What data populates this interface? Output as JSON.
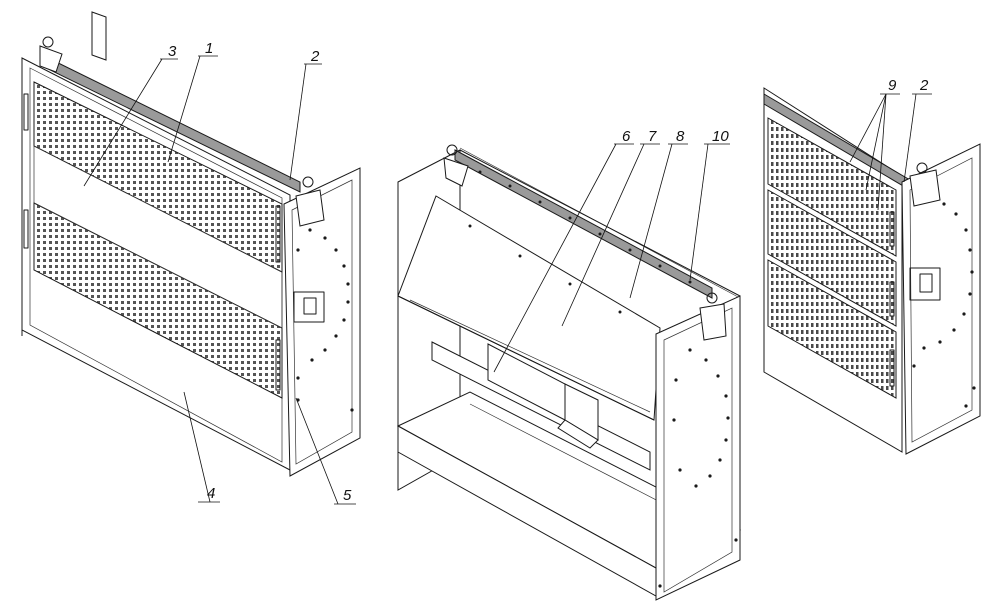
{
  "callouts": [
    {
      "id": "1",
      "label": "1"
    },
    {
      "id": "2",
      "label": "2"
    },
    {
      "id": "3",
      "label": "3"
    },
    {
      "id": "4",
      "label": "4"
    },
    {
      "id": "5",
      "label": "5"
    },
    {
      "id": "6",
      "label": "6"
    },
    {
      "id": "7",
      "label": "7"
    },
    {
      "id": "8",
      "label": "8"
    },
    {
      "id": "10",
      "label": "10"
    },
    {
      "id": "9",
      "label": "9"
    },
    {
      "id": "2b",
      "label": "2"
    }
  ],
  "colors": {
    "line": "#1a1a1a",
    "bar": "#9a9a9a",
    "background": "#ffffff"
  }
}
